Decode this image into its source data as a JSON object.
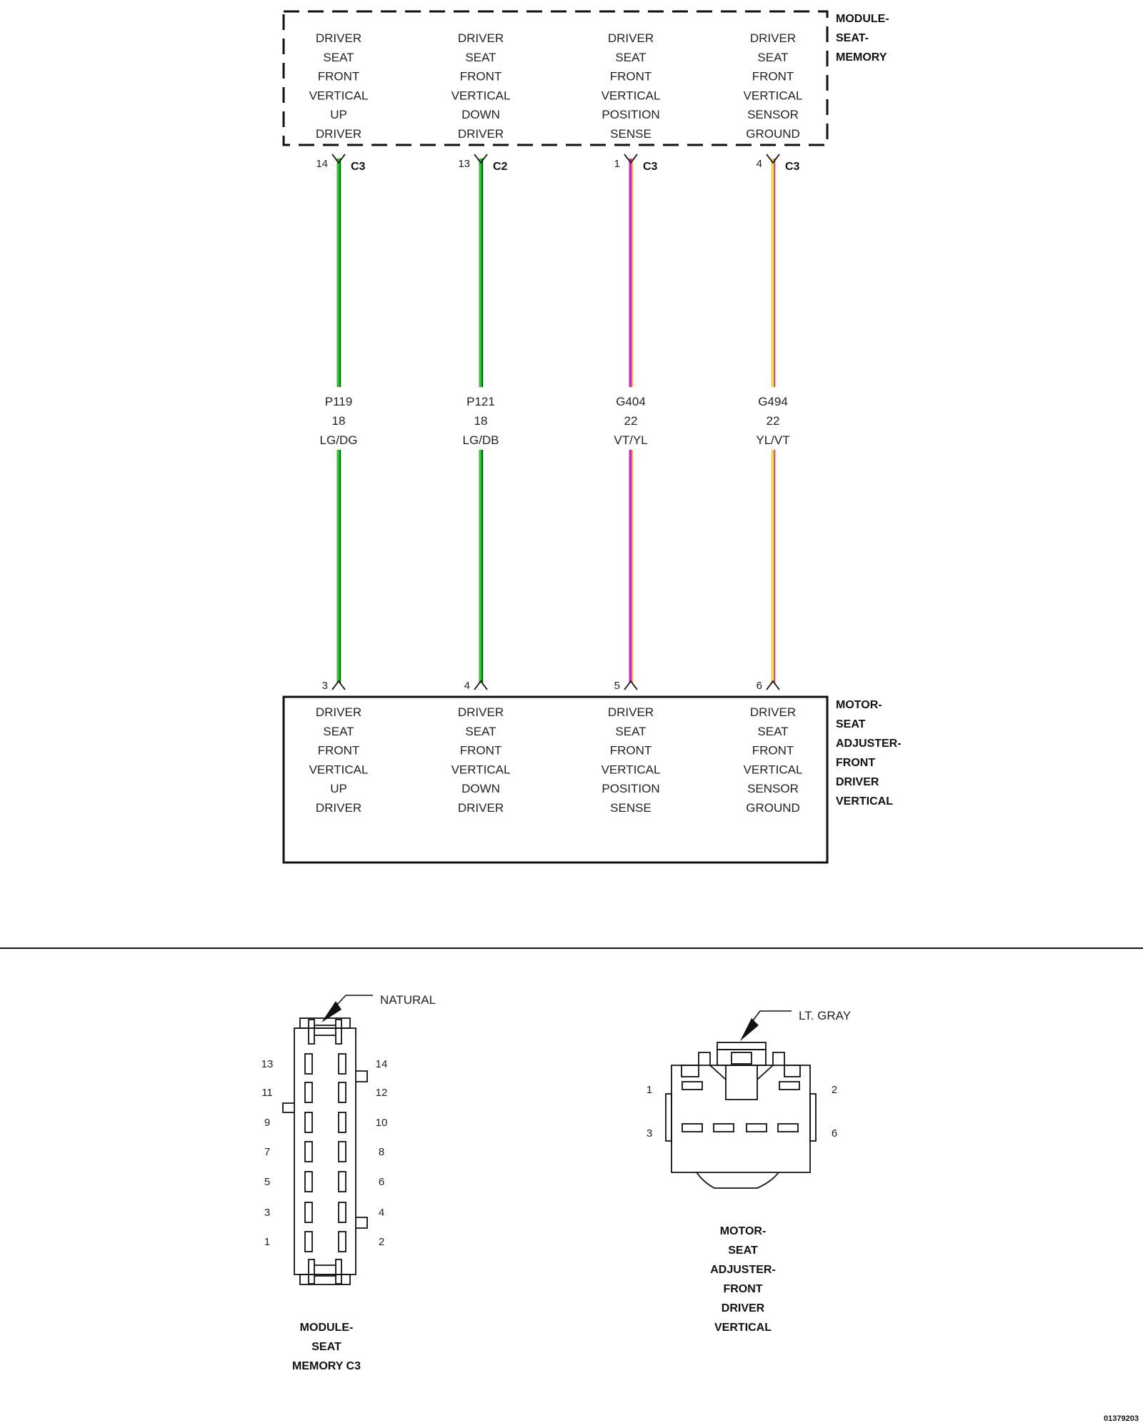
{
  "top_module": {
    "title_lines": [
      "MODULE-",
      "SEAT-",
      "MEMORY"
    ],
    "columns": [
      [
        "DRIVER",
        "SEAT",
        "FRONT",
        "VERTICAL",
        "UP",
        "DRIVER"
      ],
      [
        "DRIVER",
        "SEAT",
        "FRONT",
        "VERTICAL",
        "DOWN",
        "DRIVER"
      ],
      [
        "DRIVER",
        "SEAT",
        "FRONT",
        "VERTICAL",
        "POSITION",
        "SENSE"
      ],
      [
        "DRIVER",
        "SEAT",
        "FRONT",
        "VERTICAL",
        "SENSOR",
        "GROUND"
      ]
    ]
  },
  "bottom_module": {
    "title_lines": [
      "MOTOR-",
      "SEAT",
      "ADJUSTER-",
      "FRONT",
      "DRIVER",
      "VERTICAL"
    ],
    "columns": [
      [
        "DRIVER",
        "SEAT",
        "FRONT",
        "VERTICAL",
        "UP",
        "DRIVER"
      ],
      [
        "DRIVER",
        "SEAT",
        "FRONT",
        "VERTICAL",
        "DOWN",
        "DRIVER"
      ],
      [
        "DRIVER",
        "SEAT",
        "FRONT",
        "VERTICAL",
        "POSITION",
        "SENSE"
      ],
      [
        "DRIVER",
        "SEAT",
        "FRONT",
        "VERTICAL",
        "SENSOR",
        "GROUND"
      ]
    ]
  },
  "wires": [
    {
      "top_pin": "14",
      "top_connector": "C3",
      "circuit": "P119",
      "gauge": "18",
      "color_code": "LG/DG",
      "bottom_pin": "3",
      "primary_color": "#22cc22",
      "stripe_color": "#0a5a0a"
    },
    {
      "top_pin": "13",
      "top_connector": "C2",
      "circuit": "P121",
      "gauge": "18",
      "color_code": "LG/DB",
      "bottom_pin": "4",
      "primary_color": "#22cc22",
      "stripe_color": "#0a3a2a"
    },
    {
      "top_pin": "1",
      "top_connector": "C3",
      "circuit": "G404",
      "gauge": "22",
      "color_code": "VT/YL",
      "bottom_pin": "5",
      "primary_color": "#dd22cc",
      "stripe_color": "#e8d020"
    },
    {
      "top_pin": "4",
      "top_connector": "C3",
      "circuit": "G494",
      "gauge": "22",
      "color_code": "YL/VT",
      "bottom_pin": "6",
      "primary_color": "#f2df30",
      "stripe_color": "#dd22cc"
    }
  ],
  "connector_left": {
    "callout": "NATURAL",
    "caption_lines": [
      "MODULE-",
      "SEAT",
      "MEMORY C3"
    ],
    "left_pins": [
      "13",
      "11",
      "9",
      "7",
      "5",
      "3",
      "1"
    ],
    "right_pins": [
      "14",
      "12",
      "10",
      "8",
      "6",
      "4",
      "2"
    ]
  },
  "connector_right": {
    "callout": "LT. GRAY",
    "caption_lines": [
      "MOTOR-",
      "SEAT",
      "ADJUSTER-",
      "FRONT",
      "DRIVER",
      "VERTICAL"
    ],
    "pins": [
      "1",
      "2",
      "3",
      "6"
    ]
  },
  "diagram_id": "01379203"
}
